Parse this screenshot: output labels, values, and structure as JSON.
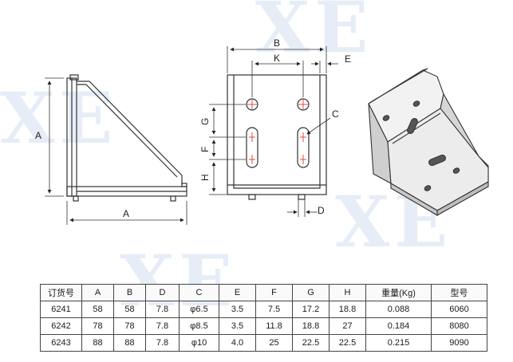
{
  "watermark": {
    "text": "XE"
  },
  "dimensions": {
    "side_height": "A",
    "side_width": "A",
    "front_width": "B",
    "hole_spacing": "K",
    "edge": "E",
    "slot_label": "C",
    "pitch_g": "G",
    "pitch_f": "F",
    "pitch_h": "H",
    "depth_d": "D"
  },
  "table": {
    "headers": [
      "订货号",
      "A",
      "B",
      "D",
      "C",
      "E",
      "F",
      "G",
      "H",
      "重量(Kg)",
      "型号"
    ],
    "rows": [
      [
        "6241",
        "58",
        "58",
        "7.8",
        "φ6.5",
        "3.5",
        "7.5",
        "17.2",
        "18.8",
        "0.088",
        "6060"
      ],
      [
        "6242",
        "78",
        "78",
        "7.8",
        "φ8.5",
        "3.5",
        "11.8",
        "18.8",
        "27",
        "0.184",
        "8080"
      ],
      [
        "6243",
        "88",
        "88",
        "7.8",
        "φ10",
        "4.0",
        "25",
        "22.5",
        "22.5",
        "0.215",
        "9090"
      ]
    ]
  }
}
